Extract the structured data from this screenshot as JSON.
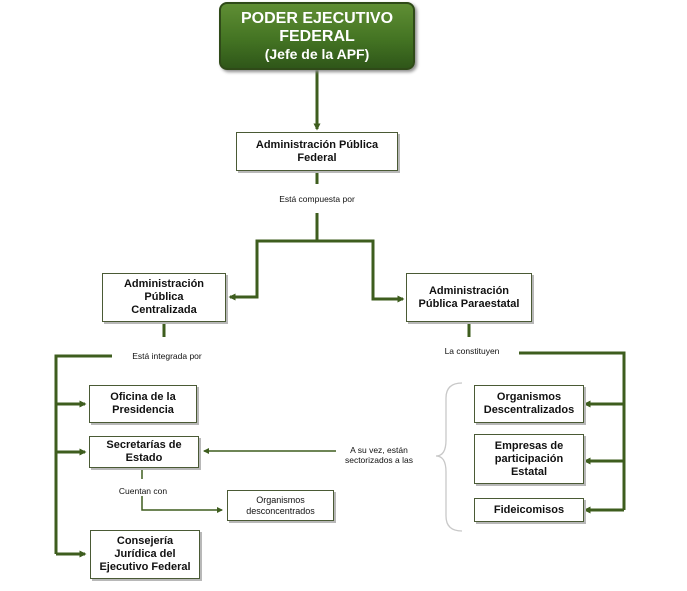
{
  "colors": {
    "connector": "#3e5d1e",
    "top_box_fill": "#4a7a26",
    "box_border": "#4a5a35"
  },
  "top": {
    "title": "PODER EJECUTIVO\nFEDERAL",
    "subtitle": "(Jefe de la APF)"
  },
  "apf": {
    "label": "Administración Pública\nFederal"
  },
  "labels": {
    "compuesta": "Está compuesta por",
    "integrada": "Está integrada por",
    "constituyen": "La constituyen",
    "cuentan": "Cuentan con",
    "sectorizados": "A su vez, están\nsectorizados a las"
  },
  "centralizada": {
    "title": "Administración\nPública\nCentralizada",
    "items": [
      "Oficina de la\nPresidencia",
      "Secretarías de\nEstado",
      "Consejería\nJurídica del\nEjecutivo Federal"
    ],
    "desconcentrados": "Organismos\ndesconcentrados"
  },
  "paraestatal": {
    "title": "Administración\nPública Paraestatal",
    "items": [
      "Organismos\nDescentralizados",
      "Empresas de\nparticipación\nEstatal",
      "Fideicomisos"
    ]
  }
}
